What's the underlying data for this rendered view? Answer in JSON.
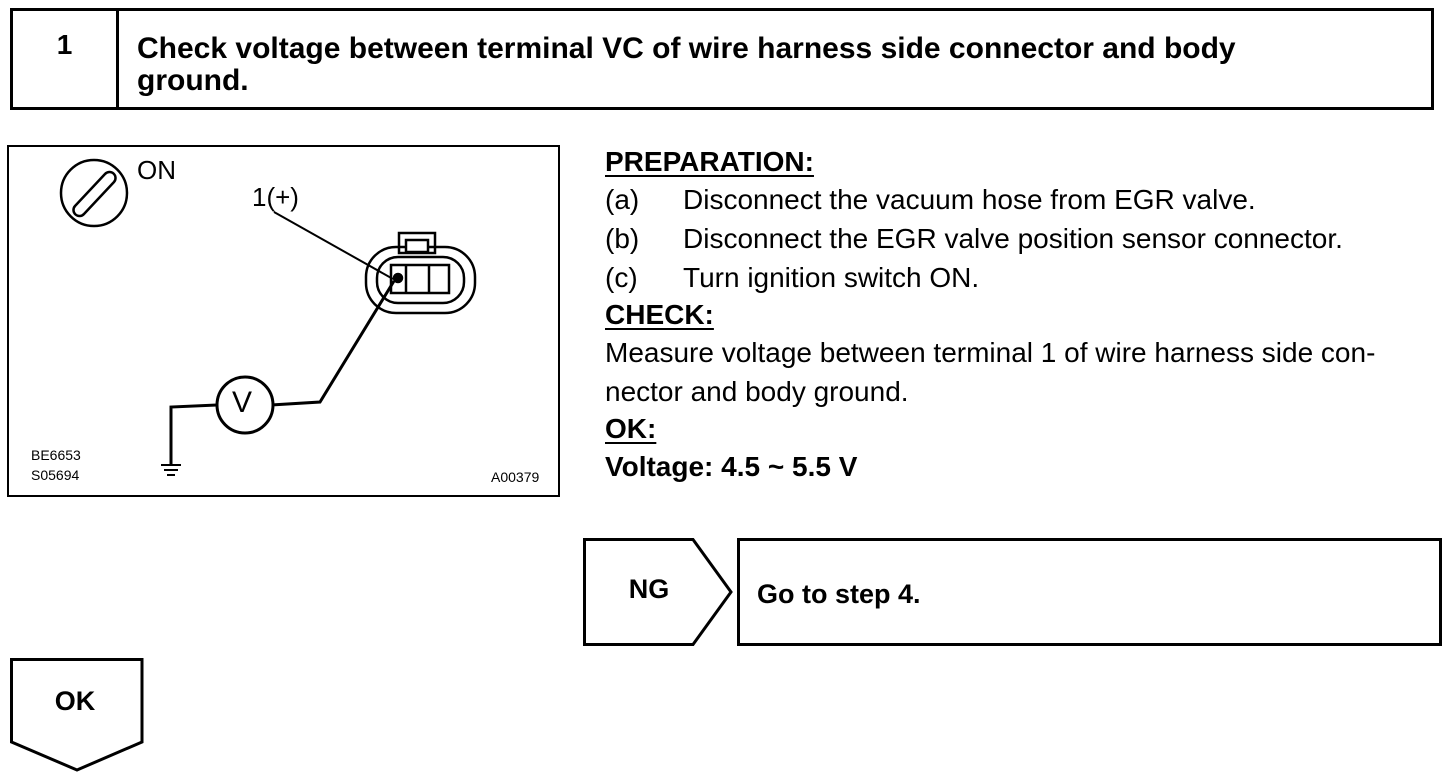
{
  "step": {
    "number": "1",
    "title_line1": "Check voltage between terminal VC of wire harness side connector and body",
    "title_line2": "ground."
  },
  "figure": {
    "ignition_label": "ON",
    "terminal_label": "1(+)",
    "meter_symbol": "V",
    "id_codes": [
      "BE6653",
      "S05694"
    ],
    "figure_code": "A00379",
    "icons": [
      "ignition-switch-icon",
      "connector-icon",
      "voltmeter-icon",
      "ground-icon"
    ]
  },
  "preparation": {
    "heading": "PREPARATION:",
    "items": [
      {
        "label": "(a)",
        "text": "Disconnect the vacuum hose from EGR valve."
      },
      {
        "label": "(b)",
        "text": "Disconnect the EGR valve position sensor connector."
      },
      {
        "label": "(c)",
        "text": "Turn ignition switch ON."
      }
    ]
  },
  "check": {
    "heading": "CHECK:",
    "line1": "Measure voltage between terminal 1 of wire harness side con-",
    "line2": "nector and body ground."
  },
  "ok_spec": {
    "heading": "OK:",
    "value": "Voltage:  4.5 ~ 5.5 V"
  },
  "ng": {
    "label": "NG",
    "action": "Go to step 4."
  },
  "ok": {
    "label": "OK"
  }
}
